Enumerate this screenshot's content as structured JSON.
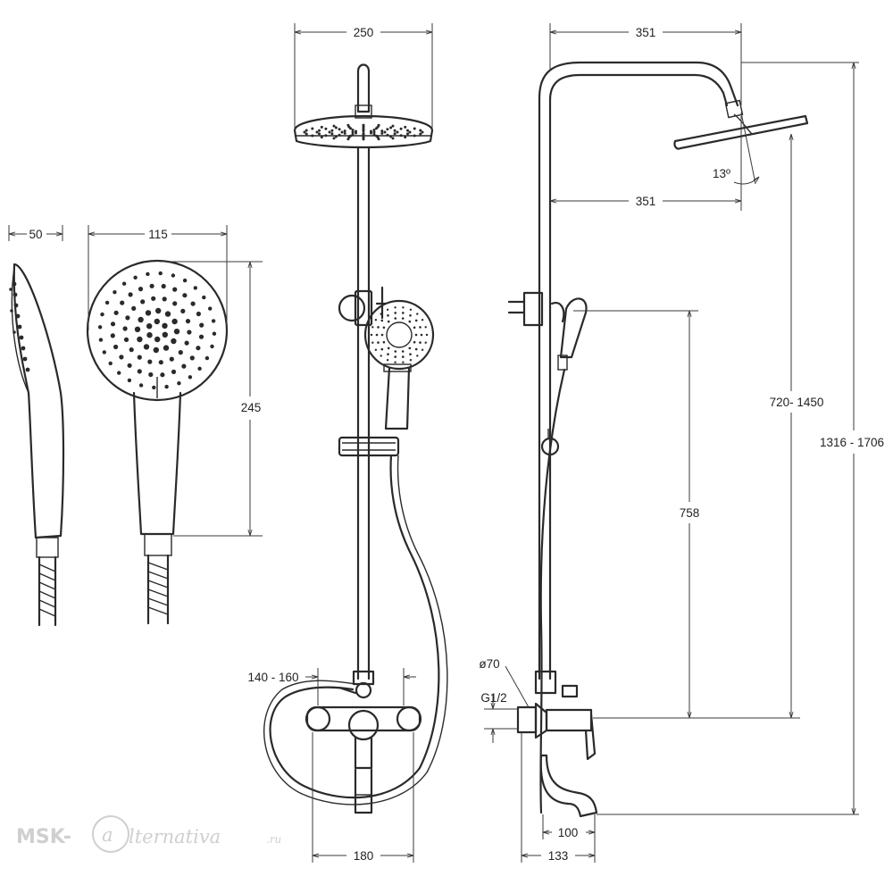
{
  "dimensions": {
    "handset_depth": "50",
    "handset_width": "115",
    "handset_length": "245",
    "overhead_diameter": "250",
    "arm_reach_top": "351",
    "arm_reach_lower": "351",
    "tilt_angle": "13º",
    "holder_range": "720- 1450",
    "total_height": "1316 - 1706",
    "mixer_axis_height": "758",
    "eccentric_range": "140 - 160",
    "mixer_width": "180",
    "spout_length": "100",
    "mixer_depth": "133",
    "flange_diameter": "ø70",
    "thread": "G1/2"
  },
  "watermark": {
    "brand": "MSK-",
    "logo_letter": "a",
    "rest": "lternativa",
    "tld": ".ru"
  },
  "colors": {
    "line": "#2a2a2a",
    "watermark": "#cfcfcf"
  }
}
